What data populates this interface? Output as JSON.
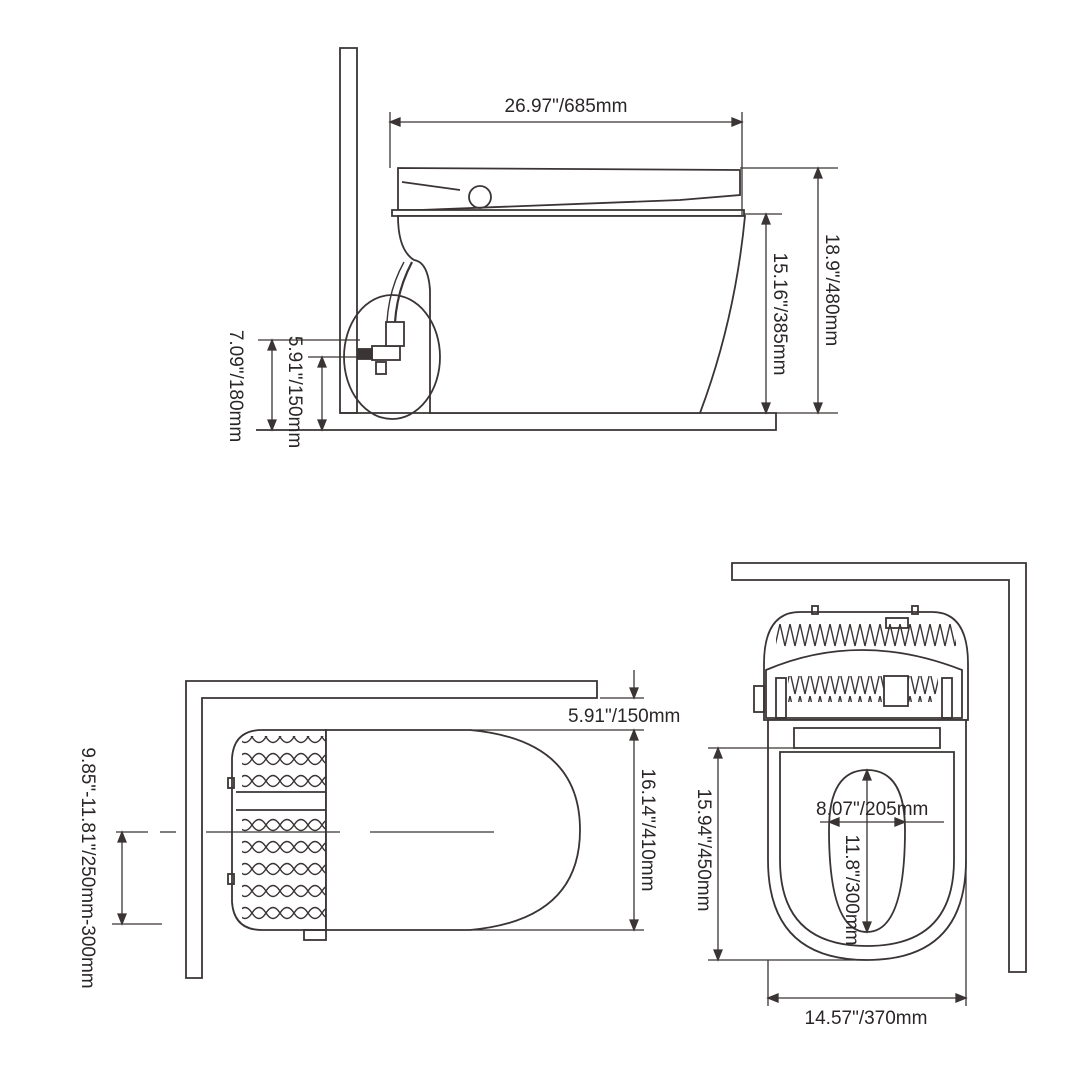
{
  "colors": {
    "stroke": "#3a3434",
    "text": "#2a2626"
  },
  "side_view": {
    "total_length": "26.97\"/685mm",
    "total_height": "18.9\"/480mm",
    "seat_height": "15.16\"/385mm",
    "inlet_height": "5.91\"/150mm",
    "valve_height": "7.09\"/180mm"
  },
  "top_view": {
    "wall_gap": "5.91\"/150mm",
    "depth": "16.14\"/410mm",
    "rough_in": "9.85\"-11.81\"/250mm-300mm"
  },
  "front_view": {
    "opening_width": "8.07\"/205mm",
    "opening_length": "11.8\"/300mm",
    "seat_length": "15.94\"/450mm",
    "width": "14.57\"/370mm"
  }
}
